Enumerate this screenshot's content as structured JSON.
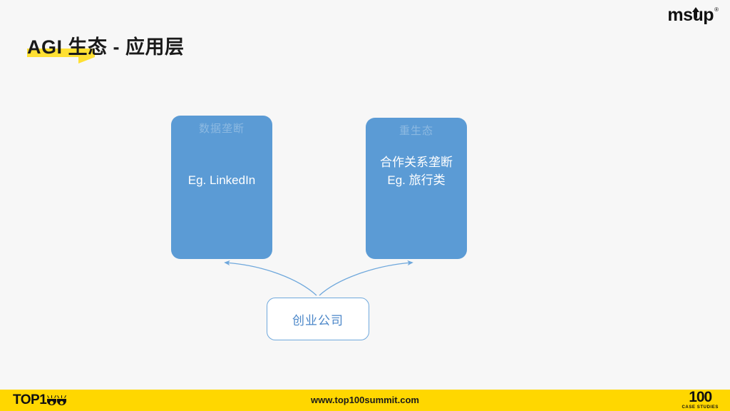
{
  "slide": {
    "background_color": "#f7f7f7",
    "title": "AGI 生态 - 应用层",
    "highlight_color": "#ffe033"
  },
  "brand": {
    "wordmark": "msup",
    "registered_mark": "®",
    "arrow_icon": "up-arrow-icon"
  },
  "diagram": {
    "accent_color": "#5b9bd5",
    "connector_color": "#6fa8dc",
    "nodes": [
      {
        "id": "data-monopoly",
        "heading": "数据垄断",
        "body_lines": [
          "Eg. LinkedIn"
        ],
        "fill": "#5b9bd5",
        "text_color": "#ffffff"
      },
      {
        "id": "heavy-ecosystem",
        "heading": "重生态",
        "body_lines": [
          "合作关系垄断",
          "Eg. 旅行类"
        ],
        "fill": "#5b9bd5",
        "text_color": "#ffffff"
      }
    ],
    "cta": {
      "id": "startup-company",
      "label": "创业公司",
      "fill": "#ffffff",
      "border_color": "#6fa8dc",
      "text_color": "#4a86c8"
    }
  },
  "footer": {
    "background_color": "#ffd700",
    "url": "www.top100summit.com",
    "left_logo": {
      "text": "TOP1",
      "eyes_icon": "two-eyes-icon"
    },
    "right_logo": {
      "number": "100",
      "subtitle": "CASE STUDIES"
    }
  }
}
